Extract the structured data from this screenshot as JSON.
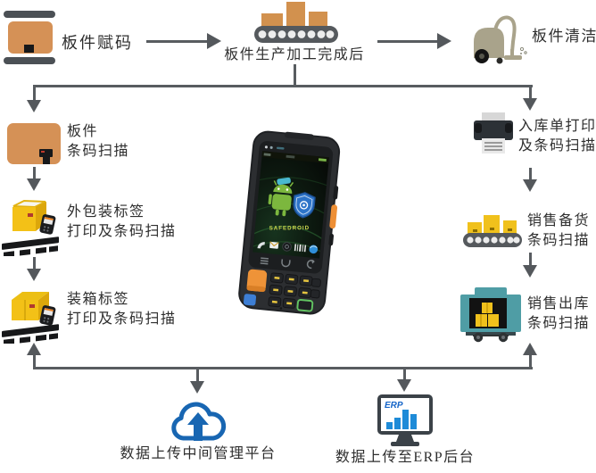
{
  "top_flow": {
    "coding_label": "板件赋码",
    "production_label": "板件生产加工完成后",
    "cleaning_label": "板件清洁"
  },
  "left_column": {
    "items": [
      {
        "icon": "panel-barcode-scan-icon",
        "line1": "板件",
        "line2": "条码扫描"
      },
      {
        "icon": "open-box-pallet-scanner-icon",
        "line1": "外包装标签",
        "line2": "打印及条码扫描"
      },
      {
        "icon": "closed-box-pallet-scanner-icon",
        "line1": "装箱标签",
        "line2": "打印及条码扫描"
      }
    ]
  },
  "right_column": {
    "items": [
      {
        "icon": "printer-icon",
        "line1": "入库单打印",
        "line2": "及条码扫描"
      },
      {
        "icon": "conveyor-boxes-icon",
        "line1": "销售备货",
        "line2": "条码扫描"
      },
      {
        "icon": "delivery-truck-icon",
        "line1": "销售出库",
        "line2": "条码扫描"
      }
    ]
  },
  "bottom_flow": {
    "cloud_label": "数据上传中间管理平台",
    "erp_label": "数据上传至ERP后台",
    "erp_screen_text": "ERP"
  },
  "device": {
    "screen_brand": "SAFEDROID"
  },
  "colors": {
    "line_gray": "#54585c",
    "panel_orange": "#d59156",
    "box_yellow": "#f2c117",
    "truck_teal": "#4f9da5",
    "cloud_blue": "#1866b2",
    "erp_bar_blue": "#1e8bd8",
    "scan_key_orange": "#ee9338"
  }
}
